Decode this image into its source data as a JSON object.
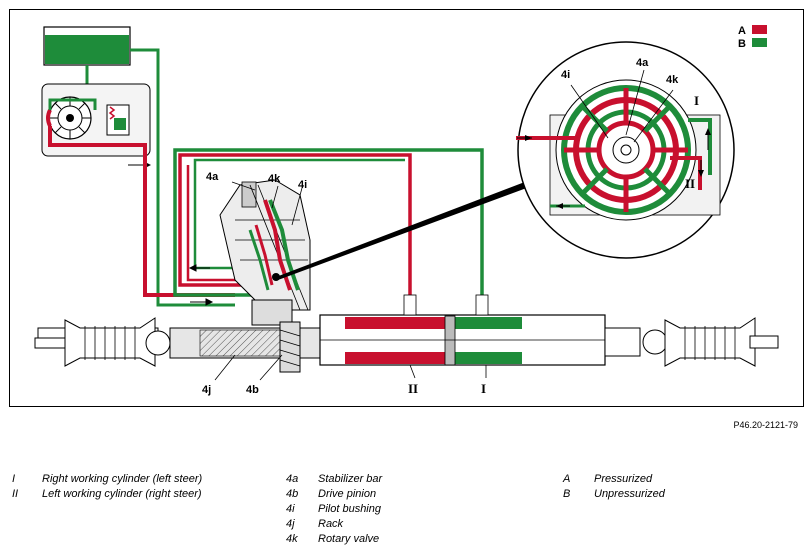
{
  "figure": {
    "labels": {
      "stabilizer_bar": "4a",
      "rotary_valve": "4k",
      "pilot_bushing": "4i",
      "rack": "4j",
      "drive_pinion": "4b",
      "cylinder_right": "I",
      "cylinder_left": "II",
      "detail_4i": "4i",
      "detail_4a": "4a",
      "detail_4k": "4k",
      "detail_I": "I",
      "detail_II": "II"
    },
    "key": [
      {
        "letter": "A",
        "color": "#c8102e"
      },
      {
        "letter": "B",
        "color": "#1e8c3a"
      }
    ],
    "colors": {
      "pressurized": "#c8102e",
      "unpressurized": "#1e8c3a"
    }
  },
  "reference": "P46.20-2121-79",
  "legend": {
    "col1": [
      {
        "key": "I",
        "text": "Right working cylinder (left steer)"
      },
      {
        "key": "II",
        "text": "Left working cylinder (right steer)"
      }
    ],
    "col2": [
      {
        "key": "4a",
        "text": "Stabilizer bar"
      },
      {
        "key": "4b",
        "text": "Drive pinion"
      },
      {
        "key": "4i",
        "text": "Pilot bushing"
      },
      {
        "key": "4j",
        "text": "Rack"
      },
      {
        "key": "4k",
        "text": "Rotary valve"
      }
    ],
    "col3": [
      {
        "key": "A",
        "text": "Pressurized"
      },
      {
        "key": "B",
        "text": "Unpressurized"
      }
    ]
  }
}
